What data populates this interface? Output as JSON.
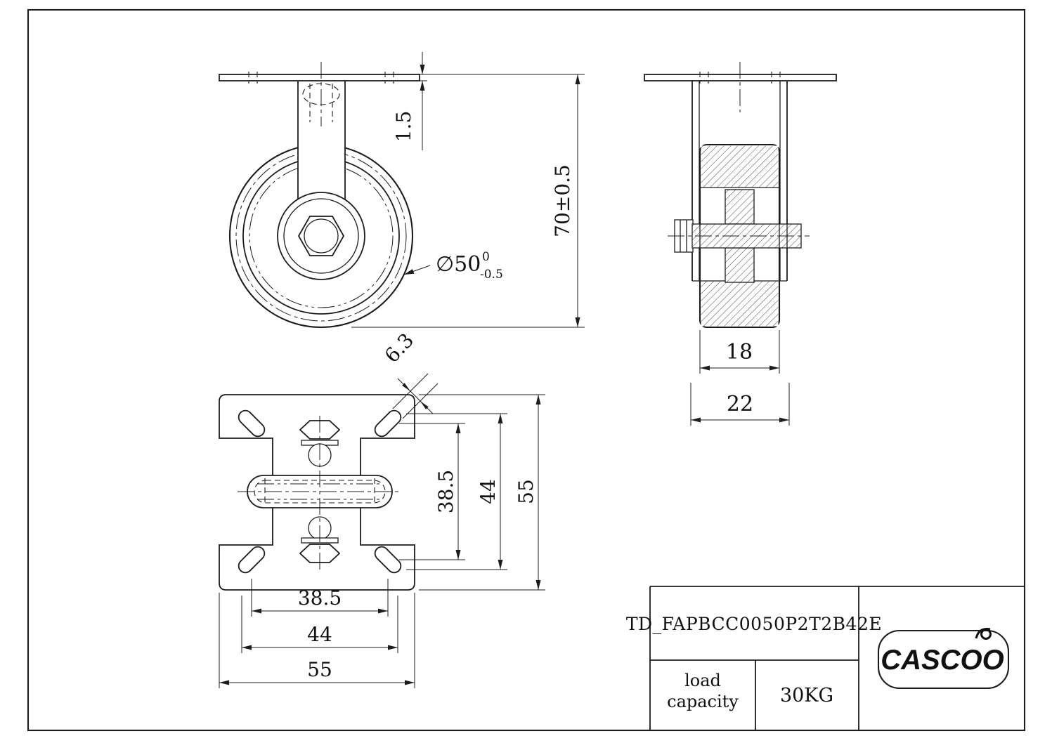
{
  "front_view": {
    "plate_thickness": "1.5",
    "overall_height": "70±0.5",
    "wheel_diameter": "∅50",
    "tolerance_upper": "0",
    "tolerance_lower": "-0.5"
  },
  "side_view": {
    "wheel_width": "18",
    "hub_width": "22"
  },
  "top_view": {
    "slot_width": "6.3",
    "vertical": {
      "bolt_spacing": "38.5",
      "bolt_outer": "44",
      "plate_size": "55"
    },
    "horizontal": {
      "bolt_spacing": "38.5",
      "bolt_outer": "44",
      "plate_size": "55"
    }
  },
  "title_block": {
    "part_number": "TD_FAPBCC0050P2T2B42E",
    "load_label_line1": "load",
    "load_label_line2": "capacity",
    "load_value": "30KG",
    "brand": "CASCOO"
  },
  "colors": {
    "line": "#1c1c1c",
    "background": "#ffffff"
  }
}
